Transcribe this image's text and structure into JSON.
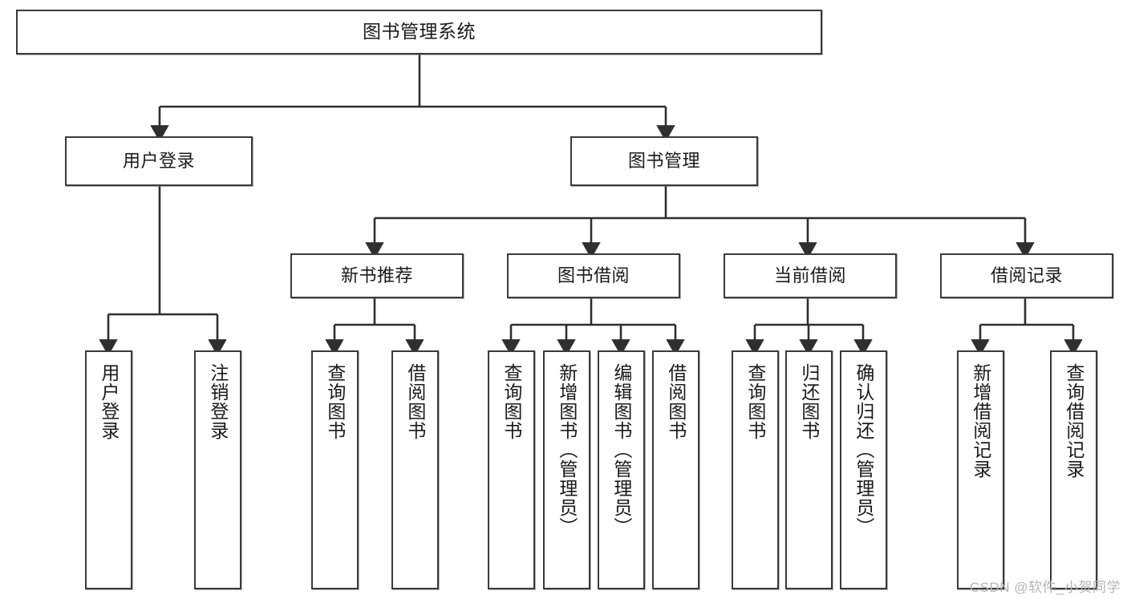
{
  "diagram": {
    "type": "tree-hierarchy",
    "title": "图书管理系统",
    "orientation": "top-down",
    "line_color": "#3a3a3a",
    "box_border_color": "#3a3a3a",
    "box_fill_color": "#ffffff",
    "text_color": "#1a1a1a"
  },
  "nodes": {
    "root": {
      "label": "图书管理系统"
    },
    "level1": [
      {
        "label": "用户登录"
      },
      {
        "label": "图书管理"
      }
    ],
    "level2": [
      {
        "label": "新书推荐"
      },
      {
        "label": "图书借阅"
      },
      {
        "label": "当前借阅"
      },
      {
        "label": "借阅记录"
      }
    ],
    "leaves": {
      "user_login": [
        {
          "label": "用户登录"
        },
        {
          "label": "注销登录"
        }
      ],
      "new_book_recommend": [
        {
          "label": "查询图书"
        },
        {
          "label": "借阅图书"
        }
      ],
      "book_borrow": [
        {
          "label": "查询图书"
        },
        {
          "label": "新增图书（管理员）"
        },
        {
          "label": "编辑图书（管理员）"
        },
        {
          "label": "借阅图书"
        }
      ],
      "current_borrow": [
        {
          "label": "查询图书"
        },
        {
          "label": "归还图书"
        },
        {
          "label": "确认归还（管理员）"
        }
      ],
      "borrow_record": [
        {
          "label": "新增借阅记录"
        },
        {
          "label": "查询借阅记录"
        }
      ]
    }
  },
  "watermark": {
    "text": "CSDN @软件_小贺同学"
  }
}
